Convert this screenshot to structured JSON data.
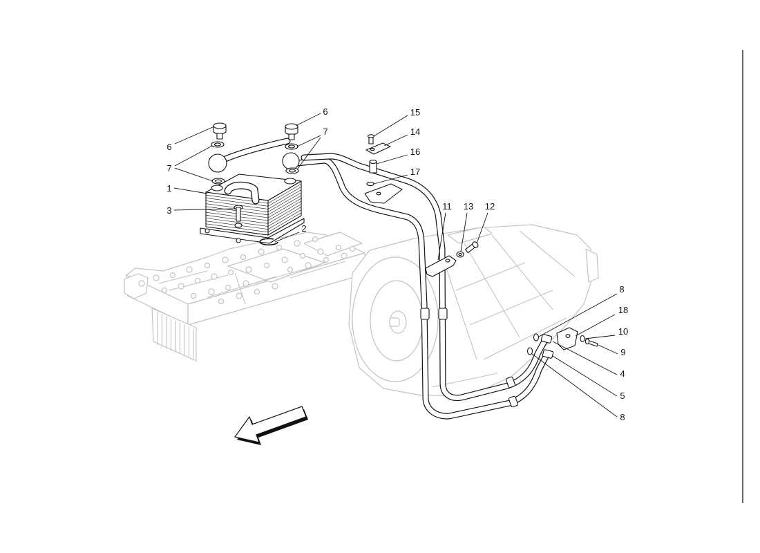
{
  "callouts": [
    "6",
    "7",
    "1",
    "3",
    "6",
    "7",
    "15",
    "14",
    "16",
    "17",
    "2",
    "11",
    "13",
    "12",
    "8",
    "18",
    "10",
    "9",
    "4",
    "5",
    "8"
  ],
  "colors": {
    "ink": "#111111",
    "ghost": "#c2c2c2",
    "background": "#ffffff"
  }
}
